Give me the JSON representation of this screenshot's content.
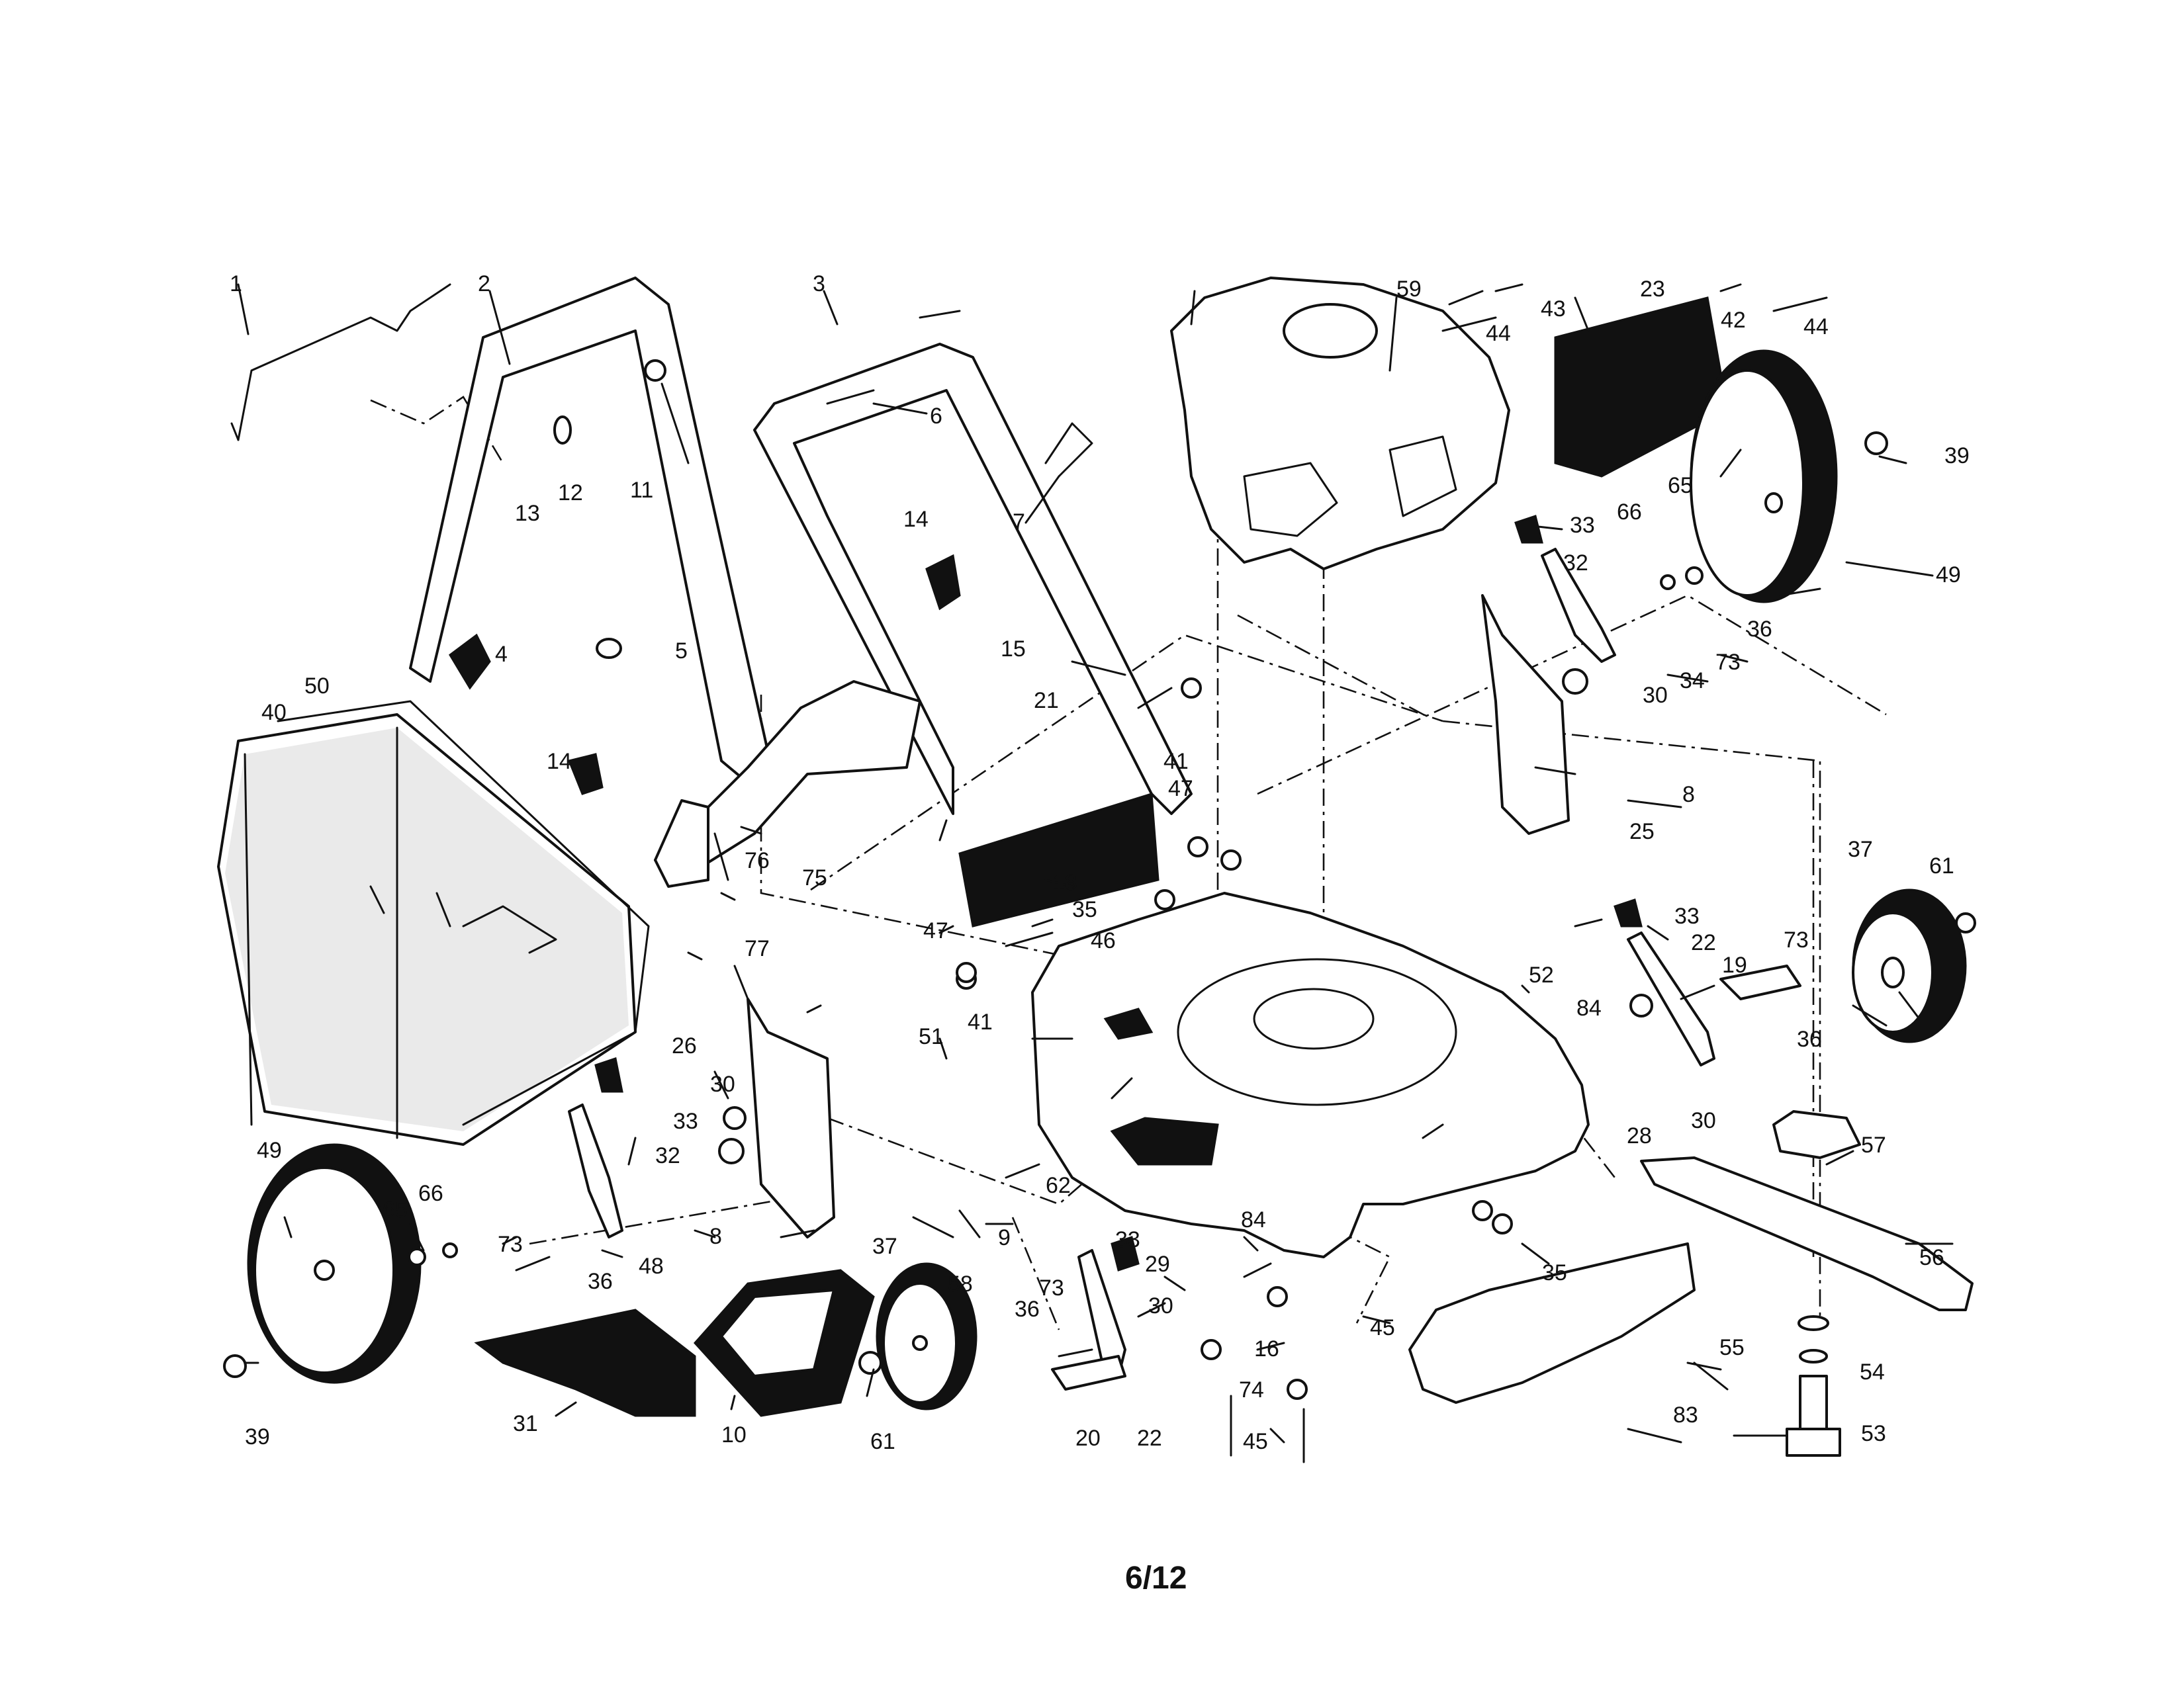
{
  "page": {
    "page_number": "6/12"
  },
  "callouts": {
    "c1": "1",
    "c2": "2",
    "c3": "3",
    "c4": "4",
    "c5": "5",
    "c6": "6",
    "c7": "7",
    "c8": "8",
    "c9": "9",
    "c10": "10",
    "c11": "11",
    "c12": "12",
    "c13": "13",
    "c14": "14",
    "c15": "15",
    "c16": "16",
    "c18": "18",
    "c19": "19",
    "c20": "20",
    "c21": "21",
    "c22": "22",
    "c23": "23",
    "c25": "25",
    "c26": "26",
    "c28": "28",
    "c29": "29",
    "c30": "30",
    "c31": "31",
    "c32": "32",
    "c33": "33",
    "c34": "34",
    "c35": "35",
    "c36": "36",
    "c37": "37",
    "c39": "39",
    "c40": "40",
    "c41": "41",
    "c42": "42",
    "c43": "43",
    "c44": "44",
    "c45": "45",
    "c46": "46",
    "c47": "47",
    "c48": "48",
    "c49": "49",
    "c50": "50",
    "c51": "51",
    "c52": "52",
    "c53": "53",
    "c54": "54",
    "c55": "55",
    "c56": "56",
    "c57": "57",
    "c58": "58",
    "c59": "59",
    "c61": "61",
    "c62": "62",
    "c65": "65",
    "c66": "66",
    "c73": "73",
    "c74": "74",
    "c75": "75",
    "c76": "76",
    "c77": "77",
    "c83": "83",
    "c84": "84"
  }
}
